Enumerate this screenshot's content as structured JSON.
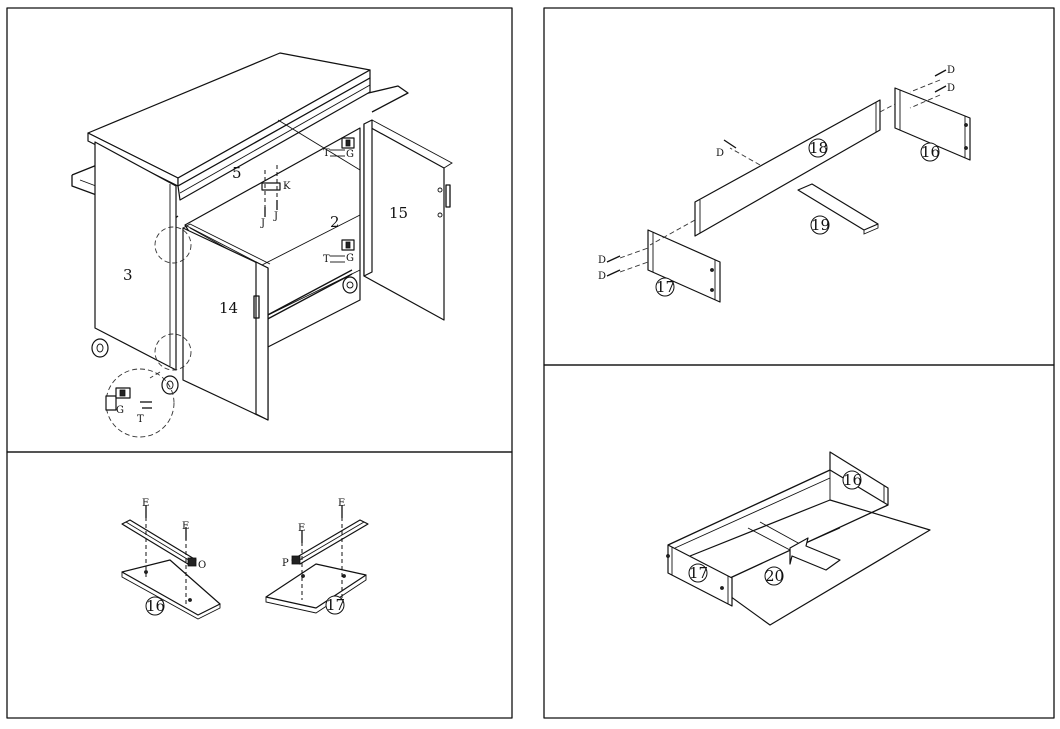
{
  "panels": {
    "cabinet": {
      "part_numbers": [
        "5",
        "2",
        "3",
        "14",
        "15"
      ],
      "hardware_labels": [
        "K",
        "J",
        "J",
        "T",
        "G",
        "T",
        "G",
        "G",
        "T"
      ]
    },
    "slides": {
      "part_numbers": [
        "16",
        "17"
      ],
      "hardware_labels": [
        "E",
        "E",
        "O",
        "E",
        "E",
        "P"
      ]
    },
    "drawer_parts": {
      "part_numbers": [
        "18",
        "16",
        "19",
        "17"
      ],
      "hardware_labels": [
        "D",
        "D",
        "D",
        "D",
        "D"
      ]
    },
    "drawer_bottom": {
      "part_numbers": [
        "16",
        "17",
        "20"
      ]
    }
  }
}
